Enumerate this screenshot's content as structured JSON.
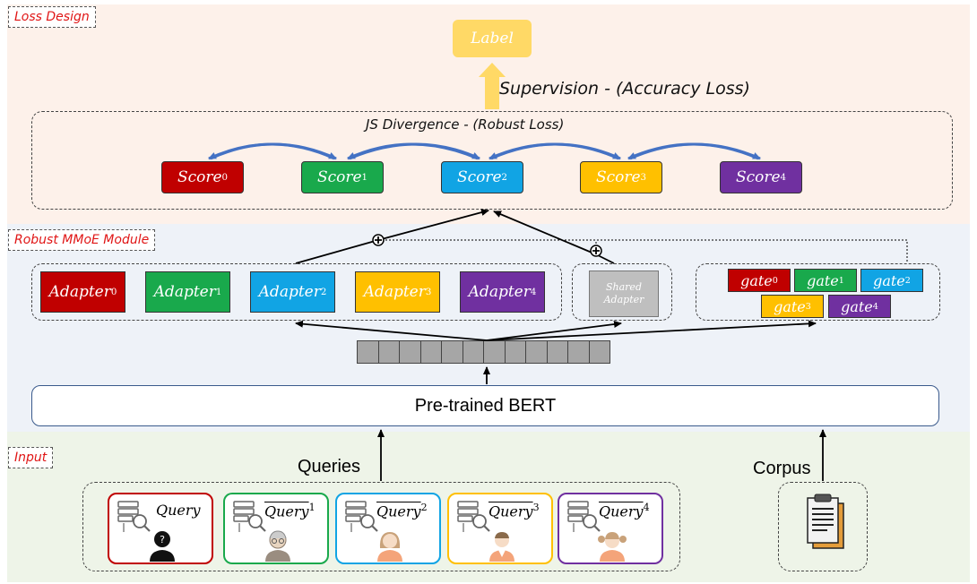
{
  "sections": {
    "loss_design": "Loss Design",
    "mmoe_module": "Robust MMoE Module",
    "input": "Input"
  },
  "label": "Label",
  "supervision": "Supervision - (Accuracy Loss)",
  "js_divergence": "JS Divergence - (Robust Loss)",
  "scores": [
    {
      "base": "Score",
      "sub": "0",
      "color": "#c00000"
    },
    {
      "base": "Score",
      "sub": "1",
      "color": "#19a94c"
    },
    {
      "base": "Score",
      "sub": "2",
      "color": "#11a4e4"
    },
    {
      "base": "Score",
      "sub": "3",
      "color": "#ffc000"
    },
    {
      "base": "Score",
      "sub": "4",
      "color": "#7030a0"
    }
  ],
  "adapters": [
    {
      "base": "Adapter",
      "sub": "0"
    },
    {
      "base": "Adapter",
      "sub": "1"
    },
    {
      "base": "Adapter",
      "sub": "2"
    },
    {
      "base": "Adapter",
      "sub": "3"
    },
    {
      "base": "Adapter",
      "sub": "4"
    }
  ],
  "shared_adapter": {
    "line1": "Shared",
    "line2": "Adapter"
  },
  "gates": [
    {
      "base": "gate",
      "sub": "0"
    },
    {
      "base": "gate",
      "sub": "1"
    },
    {
      "base": "gate",
      "sub": "2"
    },
    {
      "base": "gate",
      "sub": "3"
    },
    {
      "base": "gate",
      "sub": "4"
    }
  ],
  "bert": "Pre-trained BERT",
  "queries_label": "Queries",
  "corpus_label": "Corpus",
  "queries": [
    {
      "text": "Query",
      "sup": "",
      "tilde": false
    },
    {
      "text": "Query",
      "sup": "1",
      "tilde": true
    },
    {
      "text": "Query",
      "sup": "2",
      "tilde": true
    },
    {
      "text": "Query",
      "sup": "3",
      "tilde": true
    },
    {
      "text": "Query",
      "sup": "4",
      "tilde": true
    }
  ],
  "icons": [
    "search-database-icon",
    "question-person-icon",
    "elderly-person-icon",
    "woman-icon",
    "man-icon",
    "girl-icon",
    "document-stack-icon"
  ]
}
